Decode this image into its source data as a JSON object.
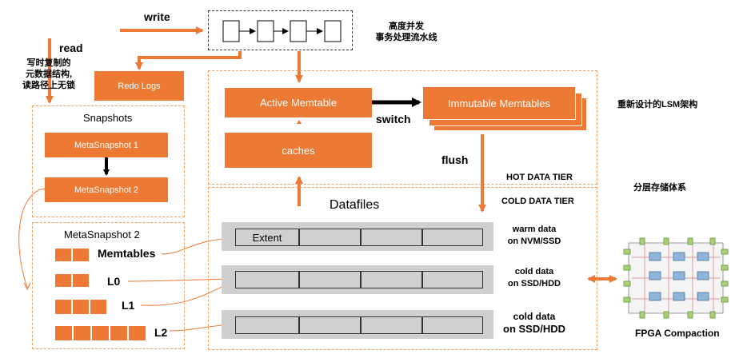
{
  "labels": {
    "write": "write",
    "read": "read",
    "cow_line1": "写时复制的",
    "cow_line2": "元数据结构,",
    "cow_line3": "读路径上无锁",
    "pipeline_line1": "高度并发",
    "pipeline_line2": "事务处理流水线",
    "redesigned_lsm": "重新设计的LSM架构",
    "tiered_storage": "分层存储体系",
    "switch": "switch",
    "flush": "flush",
    "hot_tier": "HOT DATA TIER",
    "cold_tier": "COLD DATA TIER",
    "fpga": "FPGA Compaction"
  },
  "boxes": {
    "redo_logs": "Redo Logs",
    "active_memtable": "Active Memtable",
    "immutable_memtables": "Immutable Memtables",
    "caches": "caches",
    "meta_snapshot_1": "MetaSnapshot 1",
    "meta_snapshot_2": "MetaSnapshot 2"
  },
  "snapshots": {
    "title": "Snapshots"
  },
  "meta2": {
    "title": "MetaSnapshot 2",
    "memtables": "Memtables",
    "l0": "L0",
    "l1": "L1",
    "l2": "L2"
  },
  "datafiles": {
    "title": "Datafiles",
    "extent": "Extent",
    "rows": [
      {
        "line1": "warm data",
        "line2": "on NVM/SSD"
      },
      {
        "line1": "cold data",
        "line2": "on SSD/HDD"
      },
      {
        "line1": "cold data",
        "line2": "on SSD/HDD"
      }
    ]
  },
  "colors": {
    "accent": "#ec7a35",
    "band": "#cfcfcf",
    "cell": "#d0d0d0",
    "dashed": "#f0a060"
  }
}
